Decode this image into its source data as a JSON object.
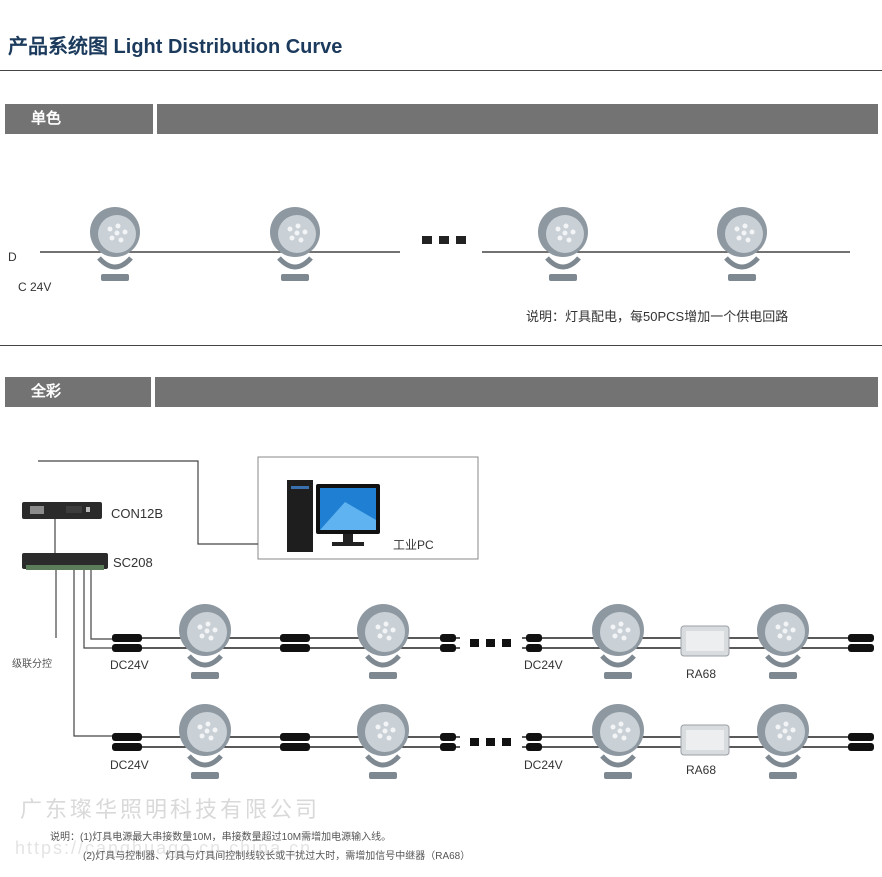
{
  "header": {
    "title": "产品系统图 Light Distribution Curve"
  },
  "single": {
    "label": "单色",
    "power_label_1": "D",
    "power_label_2": "C 24V",
    "note": "说明：灯具配电，每50PCS增加一个供电回路"
  },
  "full": {
    "label": "全彩",
    "controller_1": "CON12B",
    "controller_2": "SC208",
    "pc_label": "工业PC",
    "cascade_label": "级联分控",
    "power_labels": [
      "DC24V",
      "DC24V",
      "DC24V",
      "DC24V"
    ],
    "repeater_labels": [
      "RA68",
      "RA68"
    ],
    "notes": [
      "说明：(1)灯具电源最大串接数量10M，串接数量超过10M需增加电源输入线。",
      "(2)灯具与控制器、灯具与灯具间控制线较长或干扰过大时，需增加信号中继器（RA68）"
    ]
  },
  "watermark": {
    "company": "广东璨华照明科技有限公司",
    "url": "https://canghuago.cn.china.cn"
  },
  "colors": {
    "title": "#1b3a5c",
    "section_bar": "#737373",
    "fixture_body": "#9aa3ab",
    "fixture_face": "#c9d0d6"
  }
}
